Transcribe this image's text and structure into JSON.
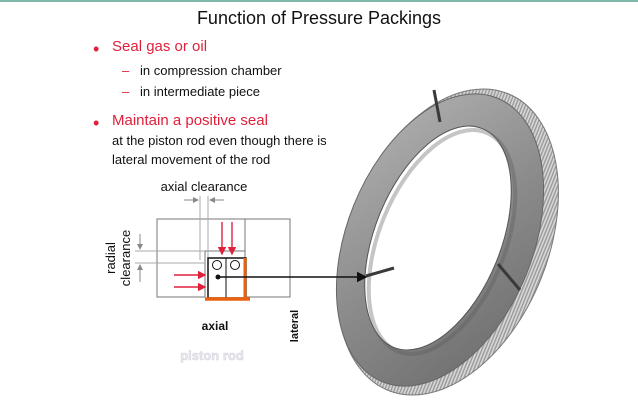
{
  "slide": {
    "title": "Function of Pressure Packings",
    "bullets": [
      {
        "text": "Seal gas or oil",
        "sub": [
          "in compression chamber",
          "in intermediate piece"
        ]
      },
      {
        "text": "Maintain a positive seal",
        "body": [
          "at the piston rod even though there is",
          "lateral movement of the rod"
        ]
      }
    ]
  },
  "diagram": {
    "axial_clearance_label": "axial clearance",
    "radial_clearance_label_1": "radial",
    "radial_clearance_label_2": "clearance",
    "axial_label": "axial",
    "lateral_label": "lateral",
    "piston_rod_label": "piston rod"
  },
  "colors": {
    "accent_red": "#e0203a",
    "orange": "#e8620f",
    "ring_gray": "#8a8a8a"
  }
}
